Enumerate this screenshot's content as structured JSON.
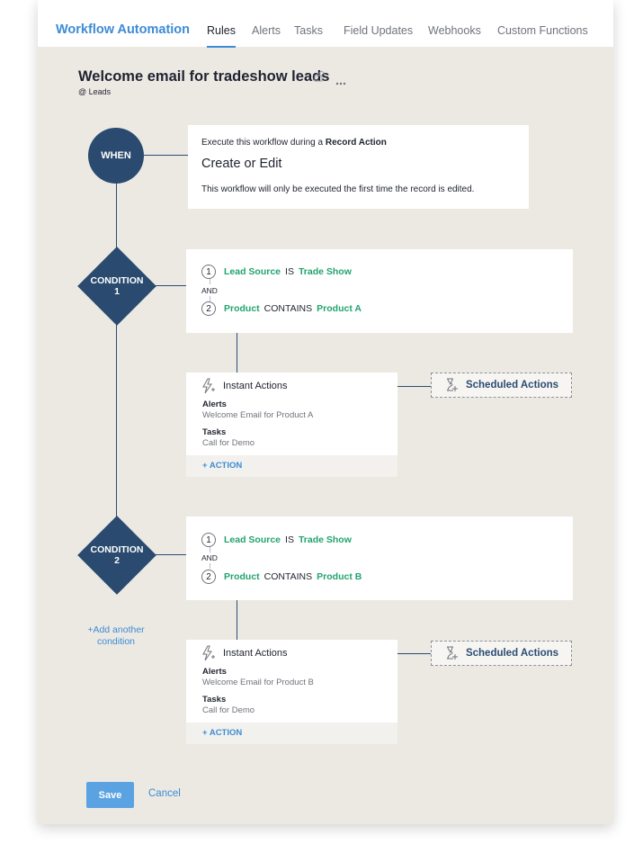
{
  "app": {
    "brand": "Workflow Automation"
  },
  "nav": {
    "tabs": [
      {
        "label": "Rules",
        "active": true
      },
      {
        "label": "Alerts"
      },
      {
        "label": "Tasks"
      },
      {
        "label": "Field Updates"
      },
      {
        "label": "Webhooks"
      },
      {
        "label": "Custom Functions"
      }
    ]
  },
  "rule": {
    "title": "Welcome email for tradeshow leads",
    "module": "@ Leads",
    "icons": [
      "lock-icon",
      "more-icon"
    ]
  },
  "when": {
    "node_label": "WHEN",
    "line1_prefix": "Execute this workflow during a",
    "line1_bold": "Record Action",
    "action": "Create or Edit",
    "note": "This workflow will only be executed the first time the record is edited."
  },
  "conditions": [
    {
      "node_title": "CONDITION",
      "node_num": "1",
      "criteria": [
        {
          "num": "1",
          "field": "Lead Source",
          "op": "IS",
          "value": "Trade Show"
        },
        {
          "num": "2",
          "field": "Product",
          "op": "CONTAINS",
          "value": "Product A"
        }
      ],
      "joiner": "AND",
      "instant": {
        "label": "Instant Actions",
        "alerts_label": "Alerts",
        "alerts_value": "Welcome Email for Product A",
        "tasks_label": "Tasks",
        "tasks_value": "Call for Demo",
        "add_action": "+ ACTION"
      },
      "scheduled": "Scheduled Actions"
    },
    {
      "node_title": "CONDITION",
      "node_num": "2",
      "criteria": [
        {
          "num": "1",
          "field": "Lead Source",
          "op": "IS",
          "value": "Trade Show"
        },
        {
          "num": "2",
          "field": "Product",
          "op": "CONTAINS",
          "value": "Product B"
        }
      ],
      "joiner": "AND",
      "instant": {
        "label": "Instant Actions",
        "alerts_label": "Alerts",
        "alerts_value": "Welcome Email for Product B",
        "tasks_label": "Tasks",
        "tasks_value": "Call for Demo",
        "add_action": "+ ACTION"
      },
      "scheduled": "Scheduled Actions"
    }
  ],
  "add_condition": {
    "line1": "+Add another",
    "line2": "condition"
  },
  "footer": {
    "save": "Save",
    "cancel": "Cancel"
  },
  "colors": {
    "brand": "#3d8bd4",
    "node": "#2a4a6f",
    "field_green": "#22a36f",
    "canvas": "#ece9e3",
    "save_button": "#5aa2e2"
  }
}
